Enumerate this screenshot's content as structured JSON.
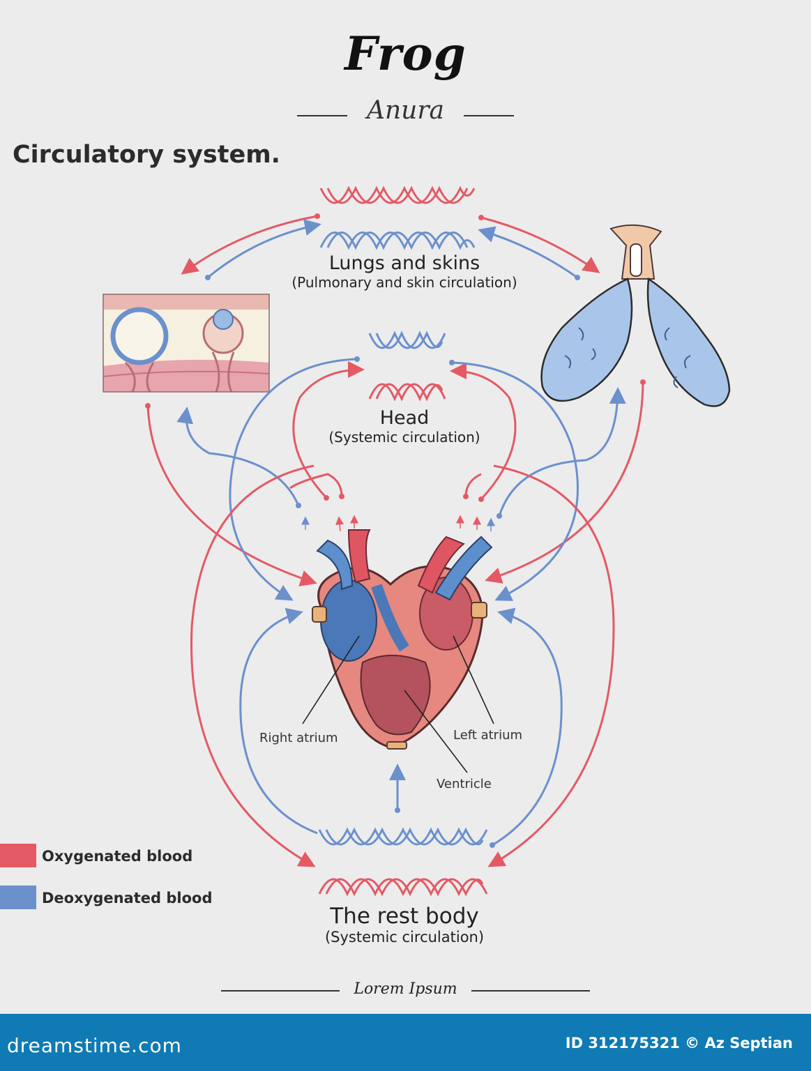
{
  "header": {
    "title": "Frog",
    "subtitle": "Anura"
  },
  "section_title": "Circulatory system.",
  "nodes": {
    "lungs": {
      "title": "Lungs and skins",
      "subtitle": "(Pulmonary and skin circulation)"
    },
    "head": {
      "title": "Head",
      "subtitle": "(Systemic circulation)"
    },
    "body": {
      "title": "The rest body",
      "subtitle": "(Systemic circulation)"
    }
  },
  "heart_labels": {
    "right_atrium": "Right atrium",
    "left_atrium": "Left atrium",
    "ventricle": "Ventricle"
  },
  "legend": [
    {
      "label": "Oxygenated blood",
      "color": "#e35a64"
    },
    {
      "label": "Deoxygenated blood",
      "color": "#6b90cc"
    }
  ],
  "colors": {
    "oxygenated": "#e35a64",
    "deoxygenated": "#6b90cc",
    "footer_bar": "#0f7ab3"
  },
  "footer": {
    "text": "Lorem Ipsum"
  },
  "watermark": {
    "brand": "dreamstime.com",
    "credit": "ID 312175321 © Az Septian"
  }
}
